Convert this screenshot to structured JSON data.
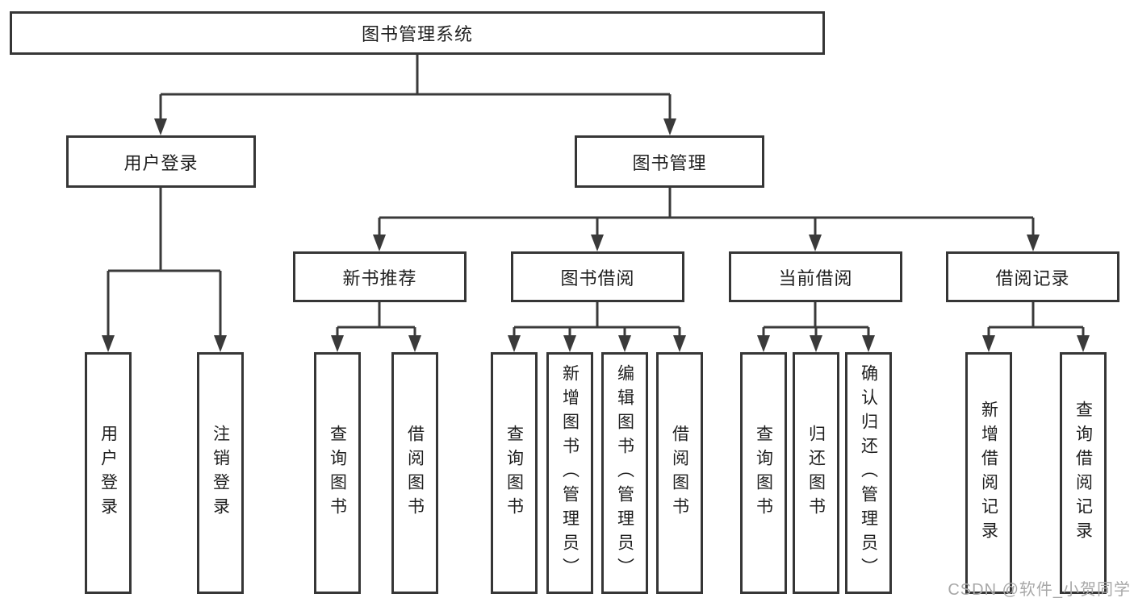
{
  "diagram": {
    "root": {
      "label": "图书管理系统"
    },
    "level2": [
      {
        "label": "用户登录"
      },
      {
        "label": "图书管理"
      }
    ],
    "level3": [
      {
        "label": "新书推荐",
        "parent": "图书管理"
      },
      {
        "label": "图书借阅",
        "parent": "图书管理"
      },
      {
        "label": "当前借阅",
        "parent": "图书管理"
      },
      {
        "label": "借阅记录",
        "parent": "图书管理"
      }
    ],
    "leaves": [
      {
        "label": "用户登录",
        "parent": "用户登录"
      },
      {
        "label": "注销登录",
        "parent": "用户登录"
      },
      {
        "label": "查询图书",
        "parent": "新书推荐"
      },
      {
        "label": "借阅图书",
        "parent": "新书推荐"
      },
      {
        "label": "查询图书",
        "parent": "图书借阅"
      },
      {
        "label": "新增图书（管理员）",
        "parent": "图书借阅"
      },
      {
        "label": "编辑图书（管理员）",
        "parent": "图书借阅"
      },
      {
        "label": "借阅图书",
        "parent": "图书借阅"
      },
      {
        "label": "查询图书",
        "parent": "当前借阅"
      },
      {
        "label": "归还图书",
        "parent": "当前借阅"
      },
      {
        "label": "确认归还（管理员）",
        "parent": "当前借阅"
      },
      {
        "label": "新增借阅记录",
        "parent": "借阅记录"
      },
      {
        "label": "查询借阅记录",
        "parent": "借阅记录"
      }
    ]
  },
  "watermark": {
    "text": "CSDN @软件_小贺同学"
  },
  "colors": {
    "line": "#363636",
    "node_border": "#363636",
    "text": "#1f1f1f",
    "watermark": "#a8a8a8",
    "background": "#ffffff"
  }
}
